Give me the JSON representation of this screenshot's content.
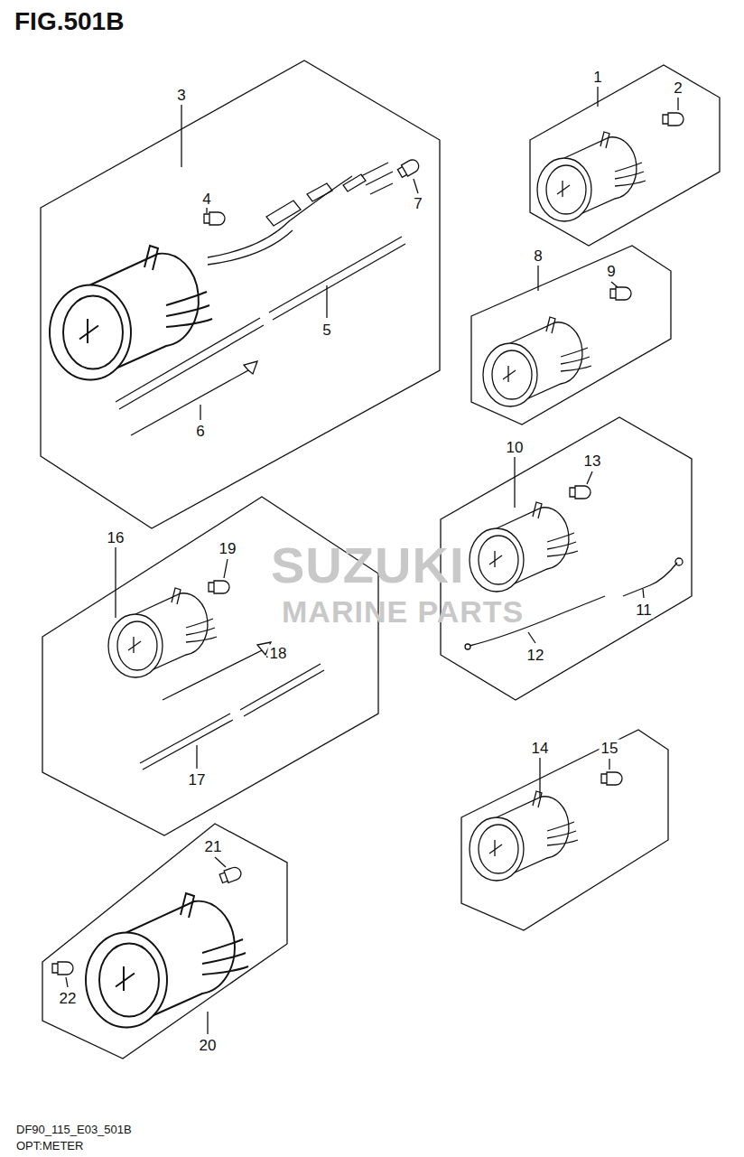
{
  "diagram": {
    "title": "FIG.501B",
    "caption": "OPT:METER",
    "labels": [
      "1",
      "2",
      "3",
      "4",
      "5",
      "6",
      "7",
      "8",
      "9",
      "10",
      "11",
      "12",
      "13",
      "14",
      "15",
      "16",
      "17",
      "18",
      "19",
      "20",
      "21",
      "22",
      "SUZUKI",
      "MARINE PARTS",
      "DF90_115_E03_501B"
    ]
  }
}
